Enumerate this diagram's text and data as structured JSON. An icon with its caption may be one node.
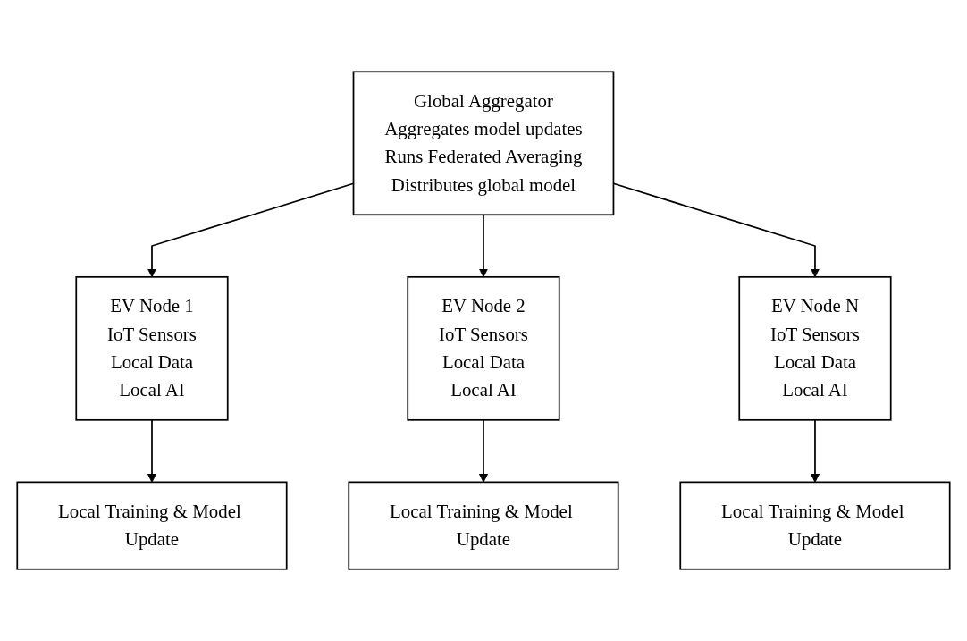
{
  "diagram": {
    "nodes": [
      {
        "text": [
          "Global Aggregator",
          "Aggregates model updates",
          "Runs Federated Averaging",
          "Distributes global model"
        ]
      },
      {
        "text": [
          "EV Node 1",
          "IoT Sensors",
          "Local Data",
          "Local AI"
        ]
      },
      {
        "text": [
          "EV Node 2",
          "IoT Sensors",
          "Local Data",
          "Local AI"
        ]
      },
      {
        "text": [
          "EV Node N",
          "IoT Sensors",
          "Local Data",
          "Local AI"
        ]
      },
      {
        "text": [
          "Local Training & Model Update"
        ]
      },
      {
        "text": [
          "Local Training & Model Update"
        ]
      },
      {
        "text": [
          "Local Training & Model Update"
        ]
      }
    ],
    "edges": [
      {
        "from": 0,
        "to": 1,
        "arrow": "to"
      },
      {
        "from": 0,
        "to": 2,
        "arrow": "to"
      },
      {
        "from": 0,
        "to": 3,
        "arrow": "to"
      },
      {
        "from": 1,
        "to": 4,
        "arrow": "to"
      },
      {
        "from": 2,
        "to": 5,
        "arrow": "to"
      },
      {
        "from": 3,
        "to": 6,
        "arrow": "to"
      }
    ]
  }
}
